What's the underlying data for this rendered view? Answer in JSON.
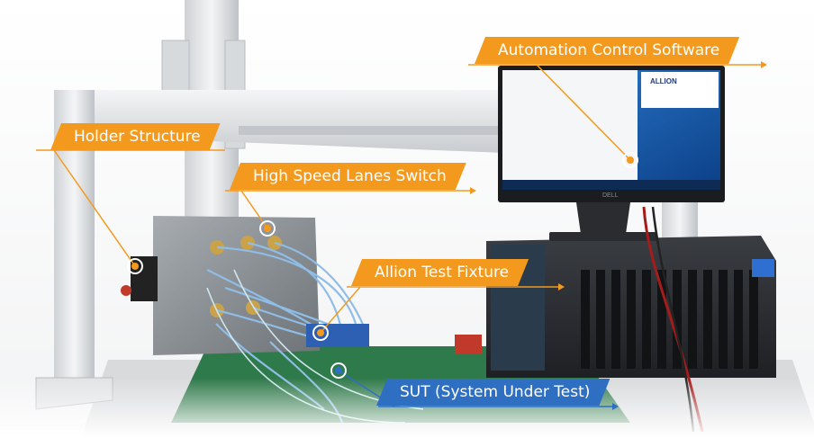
{
  "labels": {
    "automation": "Automation Control Software",
    "holder": "Holder Structure",
    "lanes": "High Speed Lanes Switch",
    "fixture": "Allion Test Fixture",
    "sut": "SUT (System Under Test)"
  },
  "monitor": {
    "brand_logo": "ALLION",
    "bezel_logo": "DELL"
  },
  "colors": {
    "callout_orange": "#f39a1e",
    "callout_blue": "#2e6fc1",
    "frame_white": "#e8e9ea",
    "box_steel": "#8a8f94",
    "cable_blue": "#7fb2e0",
    "pcb_green": "#2f7a4a",
    "screen_blue": "#1a5fb0"
  }
}
